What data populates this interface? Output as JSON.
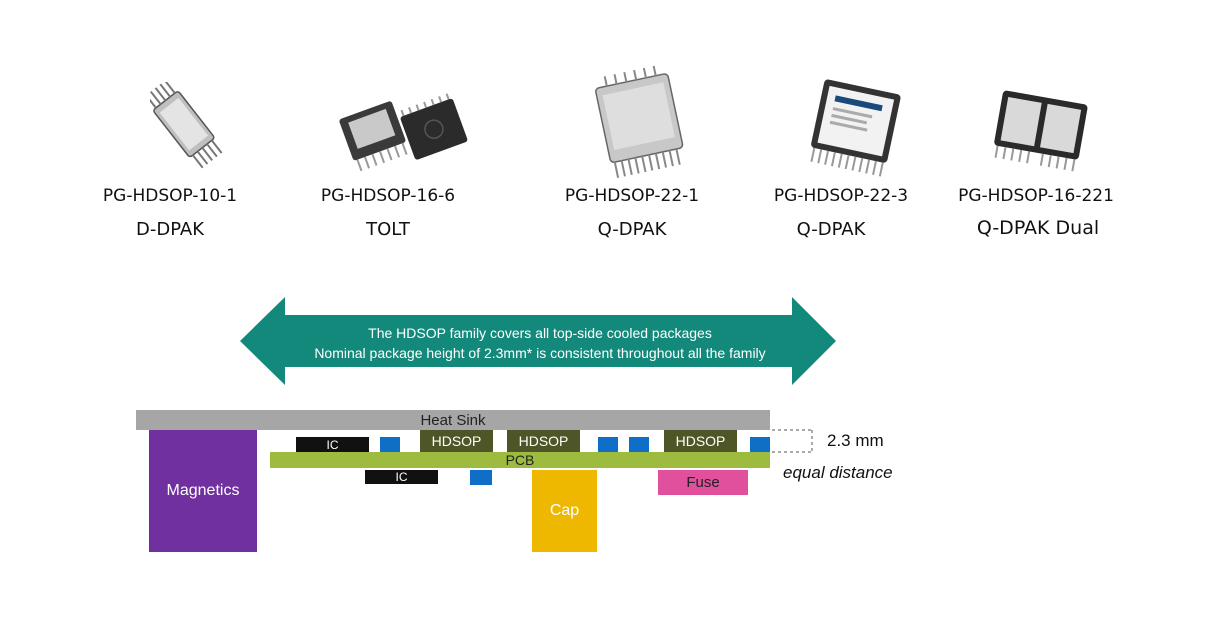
{
  "packages": [
    {
      "name": "PG-HDSOP-10-1",
      "alias": "D-DPAK"
    },
    {
      "name": "PG-HDSOP-16-6",
      "alias": "TOLT"
    },
    {
      "name": "PG-HDSOP-22-1",
      "alias": "Q-DPAK"
    },
    {
      "name": "PG-HDSOP-22-3",
      "alias": "Q-DPAK"
    },
    {
      "name": "PG-HDSOP-16-221",
      "alias": "Q-DPAK Dual"
    }
  ],
  "banner": {
    "line1": "The HDSOP family covers all top-side cooled packages",
    "line2": "Nominal package height of 2.3mm* is consistent throughout all the family",
    "color": "#13897b"
  },
  "stack": {
    "heat_sink": "Heat Sink",
    "pcb": "PCB",
    "magnetics": "Magnetics",
    "cap": "Cap",
    "fuse": "Fuse",
    "ic_top": "IC",
    "ic_bottom": "IC",
    "hdsop_1": "HDSOP",
    "hdsop_2": "HDSOP",
    "hdsop_3": "HDSOP",
    "height_label": "2.3 mm",
    "distance_label": "equal distance"
  },
  "colors": {
    "heat_sink": "#a6a6a6",
    "pcb": "#9cbb3f",
    "magnetics": "#7030a0",
    "cap": "#eeb800",
    "fuse": "#e0509c",
    "hdsop": "#4e5526",
    "ic": "#111111",
    "component_blue": "#0f6fc6"
  }
}
